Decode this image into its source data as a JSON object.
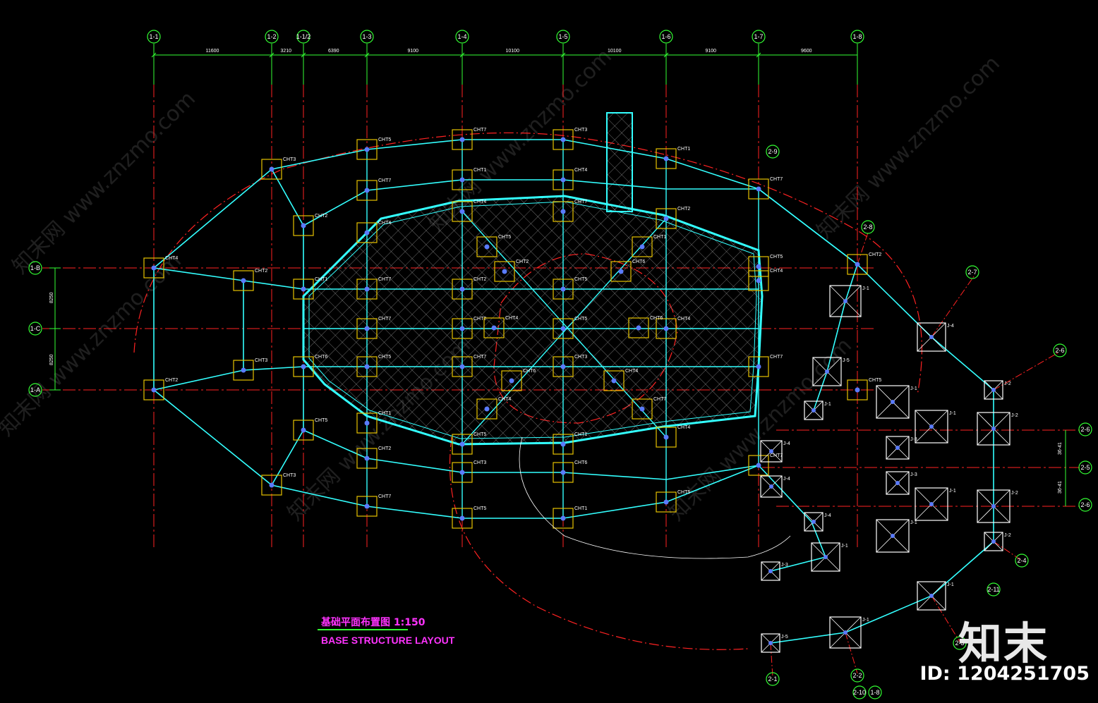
{
  "drawing": {
    "title_cn": "基础平面布置图 1:150",
    "title_en": "BASE STRUCTURE LAYOUT"
  },
  "grid": {
    "top_axes": [
      "1-1",
      "1-2",
      "1-1/2",
      "1-3",
      "1-4",
      "1-5",
      "1-6",
      "1-7",
      "1-8"
    ],
    "top_dims": [
      "11600",
      "3210",
      "6390",
      "9100",
      "10100",
      "10100",
      "9100",
      "9600"
    ],
    "left_axes": [
      "1-B",
      "1-C",
      "1-A"
    ],
    "left_dims": [
      "8250",
      "8250"
    ],
    "secondary_axes": [
      "2-9",
      "2-8",
      "2-7",
      "2-6",
      "2-5",
      "2-4",
      "2-3",
      "2-2",
      "2-1",
      "2-10",
      "1-8",
      "2-11",
      "2-5",
      "2-6"
    ],
    "right_dims": [
      "36-41",
      "36-41"
    ]
  },
  "labels": {
    "cht": [
      "CHT1",
      "CHT2",
      "CHT3",
      "CHT4",
      "CHT5",
      "CHT6",
      "CHT7"
    ],
    "jt": [
      "J-1",
      "J-2",
      "J-3",
      "J-4",
      "J-5"
    ]
  },
  "colors": {
    "background": "#000000",
    "grid_line": "#ff2222",
    "beam": "#33ffff",
    "hatch": "#c0c0c0",
    "cap": "#e6c200",
    "axis_circle": "#33ff33",
    "title": "#ff33ff"
  },
  "watermark": {
    "text": "知末网 www.znzmo.com",
    "brand": "知末",
    "id": "ID: 1204251705"
  }
}
